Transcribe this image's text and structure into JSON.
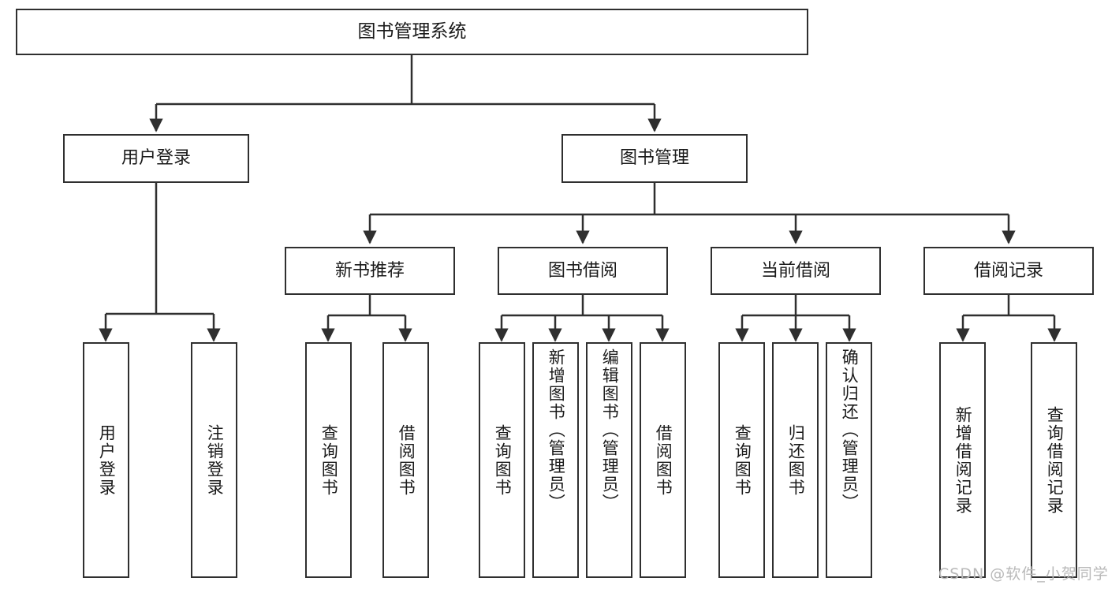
{
  "diagram": {
    "title": "图书管理系统",
    "type": "tree-structure-chart",
    "watermark": "CSDN @软件_小贺同学",
    "colors": {
      "box_border": "#2f2f2f",
      "box_fill": "#ffffff",
      "edge": "#2f2f2f",
      "text": "#1a1a1a",
      "watermark": "#b9b9b9",
      "background": "#ffffff"
    },
    "root": {
      "label": "图书管理系统"
    },
    "level2": [
      {
        "label": "用户登录"
      },
      {
        "label": "图书管理"
      }
    ],
    "level3": [
      {
        "label": "新书推荐"
      },
      {
        "label": "图书借阅"
      },
      {
        "label": "当前借阅"
      },
      {
        "label": "借阅记录"
      }
    ],
    "leaves": {
      "user_login": [
        {
          "label": "用户登录"
        },
        {
          "label": "注销登录"
        }
      ],
      "new_book_recommend": [
        {
          "label": "查询图书"
        },
        {
          "label": "借阅图书"
        }
      ],
      "book_borrow": [
        {
          "label": "查询图书"
        },
        {
          "label": "新增图书（管理员）"
        },
        {
          "label": "编辑图书（管理员）"
        },
        {
          "label": "借阅图书"
        }
      ],
      "current_borrow": [
        {
          "label": "查询图书"
        },
        {
          "label": "归还图书"
        },
        {
          "label": "确认归还（管理员）"
        }
      ],
      "borrow_record": [
        {
          "label": "新增借阅记录"
        },
        {
          "label": "查询借阅记录"
        }
      ]
    }
  }
}
